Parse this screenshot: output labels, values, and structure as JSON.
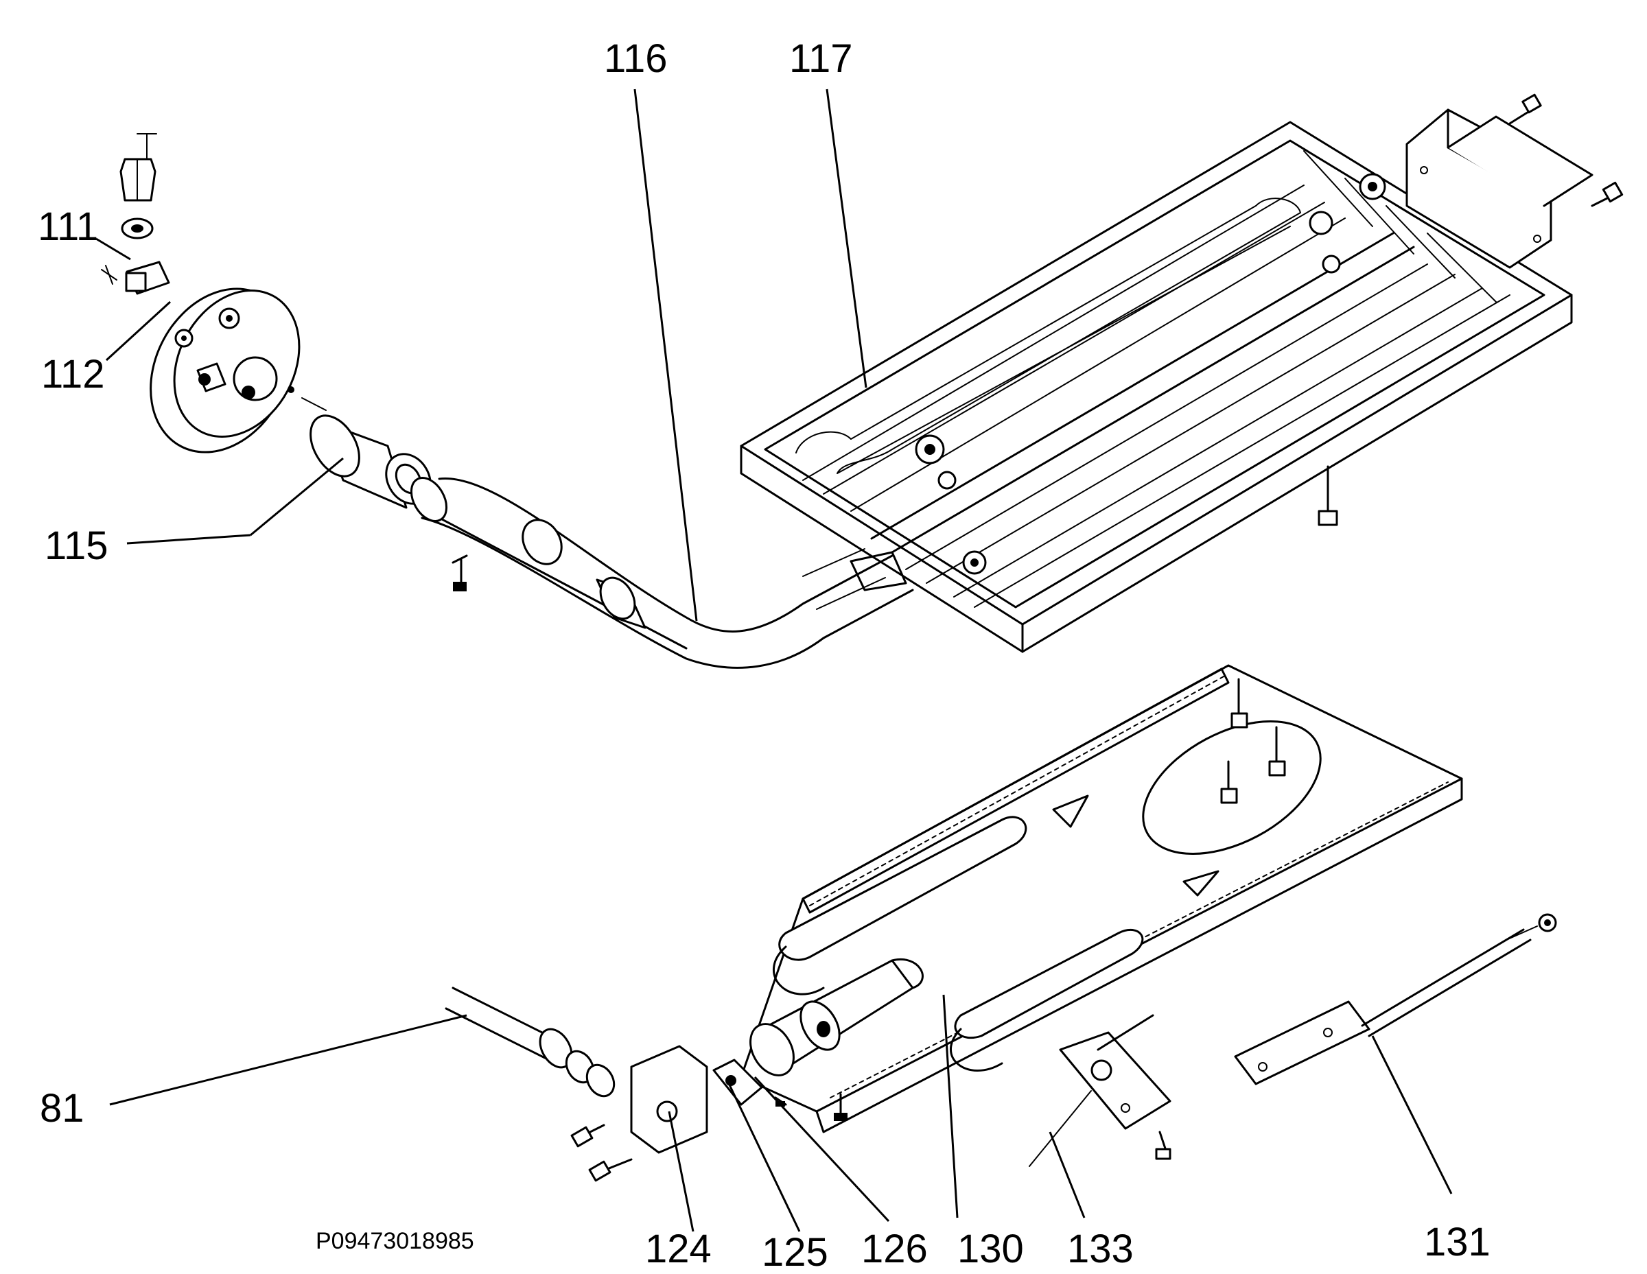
{
  "diagram": {
    "document_code": "P09473018985",
    "labels": [
      {
        "id": "111",
        "text": "111"
      },
      {
        "id": "112",
        "text": "112"
      },
      {
        "id": "115",
        "text": "115"
      },
      {
        "id": "116",
        "text": "116"
      },
      {
        "id": "117",
        "text": "117"
      },
      {
        "id": "81",
        "text": "81"
      },
      {
        "id": "124",
        "text": "124"
      },
      {
        "id": "125",
        "text": "125"
      },
      {
        "id": "126",
        "text": "126"
      },
      {
        "id": "130",
        "text": "130"
      },
      {
        "id": "133",
        "text": "133"
      },
      {
        "id": "131",
        "text": "131"
      }
    ]
  }
}
